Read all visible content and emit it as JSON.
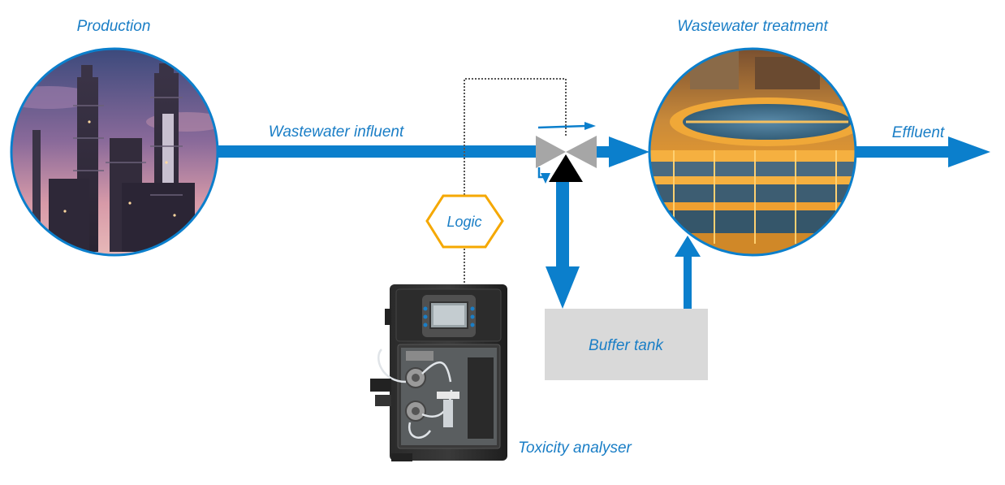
{
  "labels": {
    "production": "Production",
    "wastewater_treatment": "Wastewater treatment",
    "wastewater_influent": "Wastewater influent",
    "effluent": "Effluent",
    "logic": "Logic",
    "buffer_tank": "Buffer tank",
    "toxicity_analyser": "Toxicity analyser"
  },
  "colors": {
    "flow": "#0b7fcc",
    "logic_hex": "#f5a800",
    "buffer_tank_fill": "#d9d9d9",
    "valve_grey": "#a6a6a6",
    "signal_line": "#555555"
  }
}
